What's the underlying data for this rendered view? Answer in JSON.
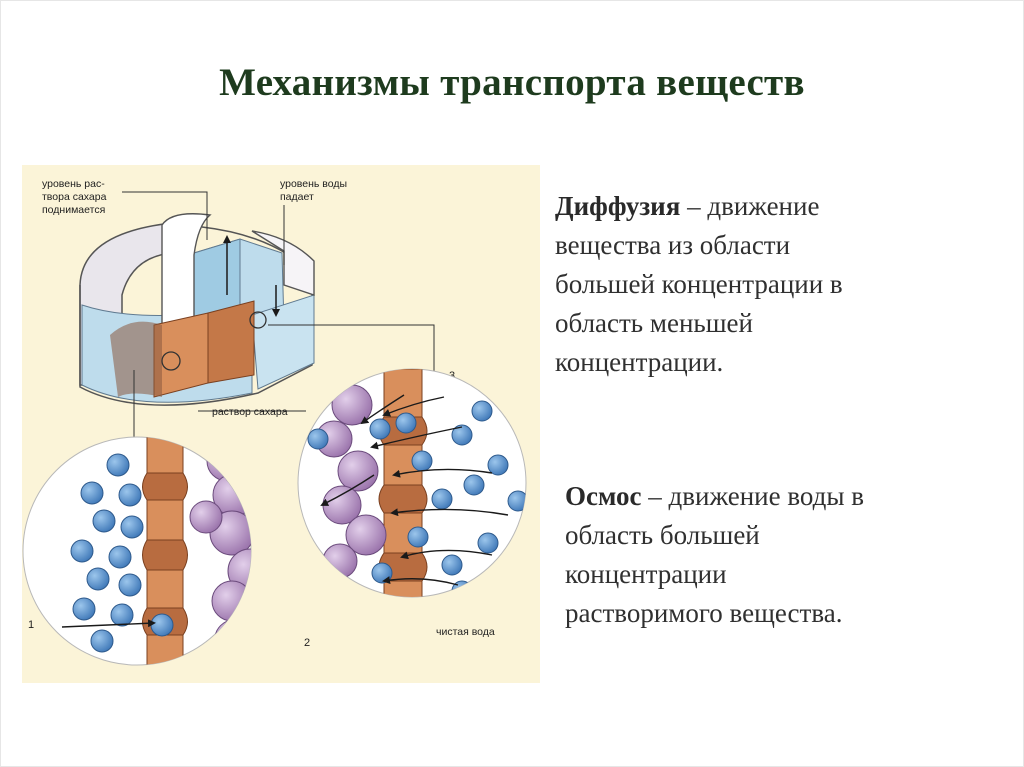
{
  "title": "Механизмы транспорта веществ",
  "figure": {
    "labels": {
      "sugar_level_1": "уровень рас-",
      "sugar_level_2": "твора сахара",
      "sugar_level_3": "поднимается",
      "water_level_1": "уровень воды",
      "water_level_2": "падает",
      "sugar_solution": "раствор сахара",
      "pure_water": "чистая вода",
      "marker_1": "1",
      "marker_2": "2",
      "marker_3": "3"
    },
    "colors": {
      "background": "#fbf4d8",
      "water": "#bedcec",
      "membrane": "#d98f5c",
      "water_molecule": "#5b93cc",
      "sugar_molecule": "#b591c3"
    }
  },
  "diffusion": {
    "term": "Диффузия",
    "lines": [
      "– движение",
      "вещества из области",
      "большей концентрации в",
      "область меньшей",
      "концентрации."
    ]
  },
  "osmosis": {
    "term": "Осмос",
    "lines": [
      "– движение воды в",
      "область большей",
      "концентрации",
      "растворимого вещества."
    ]
  }
}
